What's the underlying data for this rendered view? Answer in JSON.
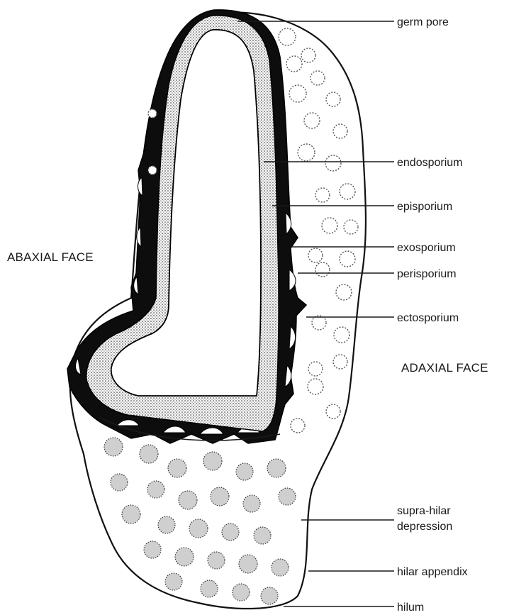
{
  "diagram": {
    "labels": {
      "germ_pore": "germ pore",
      "endosporium": "endosporium",
      "episporium": "episporium",
      "exosporium": "exosporium",
      "perisporium": "perisporium",
      "ectosporium": "ectosporium",
      "supra_hilar_line1": "supra-hilar",
      "supra_hilar_line2": "depression",
      "hilar_appendix": "hilar appendix",
      "hilum": "hilum"
    },
    "faces": {
      "abaxial": "ABAXIAL FACE",
      "adaxial": "ADAXIAL FACE"
    }
  }
}
